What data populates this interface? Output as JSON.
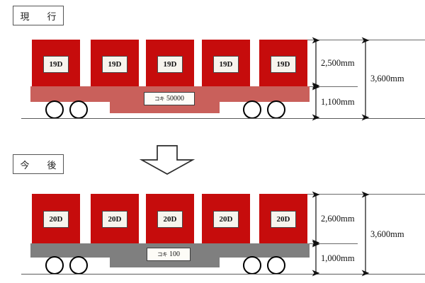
{
  "diagram": {
    "title_top": "現　行",
    "title_bottom": "今　後",
    "transition_icon": "down-arrow-icon"
  },
  "colors": {
    "container_red": "#c60c0c",
    "deck_red": "#c9605b",
    "deck_gray": "#7f7f7f",
    "plate_bg": "#f7f4ed",
    "rail": "#5a5a5a"
  },
  "top": {
    "label": "現　行",
    "wagon_tag_kana": "コキ",
    "wagon_tag_number": "50000",
    "containers": [
      {
        "label": "19D"
      },
      {
        "label": "19D"
      },
      {
        "label": "19D"
      },
      {
        "label": "19D"
      },
      {
        "label": "19D"
      }
    ],
    "dimensions": {
      "container_height": "2,500mm",
      "floor_height": "1,100mm",
      "total_height": "3,600mm"
    }
  },
  "bottom": {
    "label": "今　後",
    "wagon_tag_kana": "コキ",
    "wagon_tag_number": "100",
    "containers": [
      {
        "label": "20D"
      },
      {
        "label": "20D"
      },
      {
        "label": "20D"
      },
      {
        "label": "20D"
      },
      {
        "label": "20D"
      }
    ],
    "dimensions": {
      "container_height": "2,600mm",
      "floor_height": "1,000mm",
      "total_height": "3,600mm"
    }
  }
}
